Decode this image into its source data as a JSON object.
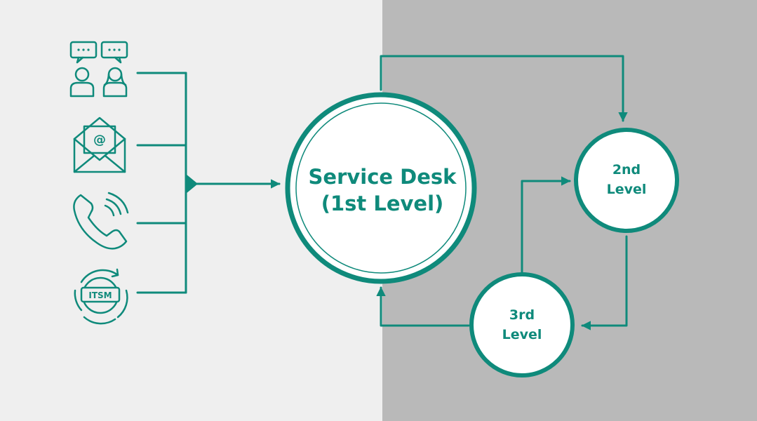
{
  "colors": {
    "teal": "#0f8a7b",
    "left_bg": "#efefef",
    "right_bg": "#b9b9b9",
    "circle_fill": "#ffffff"
  },
  "channels": [
    {
      "icon": "chat-people-icon"
    },
    {
      "icon": "email-envelope-icon"
    },
    {
      "icon": "phone-icon"
    },
    {
      "icon": "itsm-gear-icon",
      "label": "ITSM"
    }
  ],
  "nodes": {
    "service_desk": {
      "line1": "Service Desk",
      "line2": "(1st Level)"
    },
    "second_level": {
      "line1": "2nd",
      "line2": "Level"
    },
    "third_level": {
      "line1": "3rd",
      "line2": "Level"
    }
  }
}
